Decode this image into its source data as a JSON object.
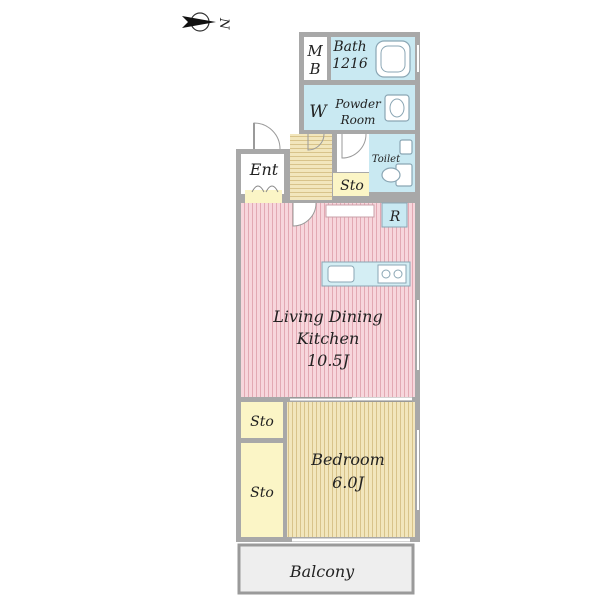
{
  "compass": {
    "north_label": "N"
  },
  "rooms": {
    "mb": {
      "line1": "M",
      "line2": "B"
    },
    "bath": {
      "line1": "Bath",
      "line2": "1216"
    },
    "washer": {
      "label": "W"
    },
    "powder_room": {
      "line1": "Powder",
      "line2": "Room"
    },
    "toilet": {
      "label": "Toilet"
    },
    "entrance": {
      "label": "Ent"
    },
    "storage_hall": {
      "label": "Sto"
    },
    "refrigerator": {
      "label": "R"
    },
    "ldk": {
      "line1": "Living Dining",
      "line2": "Kitchen",
      "line3": "10.5J"
    },
    "storage_small": {
      "label": "Sto"
    },
    "storage_large": {
      "label": "Sto"
    },
    "bedroom": {
      "line1": "Bedroom",
      "line2": "6.0J"
    },
    "balcony": {
      "label": "Balcony"
    }
  },
  "colors": {
    "ldk_floor": "#f7d6dc",
    "ldk_stripe": "#e2a9b3",
    "bedroom_floor": "#f2e6bc",
    "bedroom_stripe": "#d8c38a",
    "wet_area": "#c9e9f2",
    "storage": "#fbf5c6",
    "balcony": "#eeeeee",
    "wall": "#a8a8a8"
  }
}
